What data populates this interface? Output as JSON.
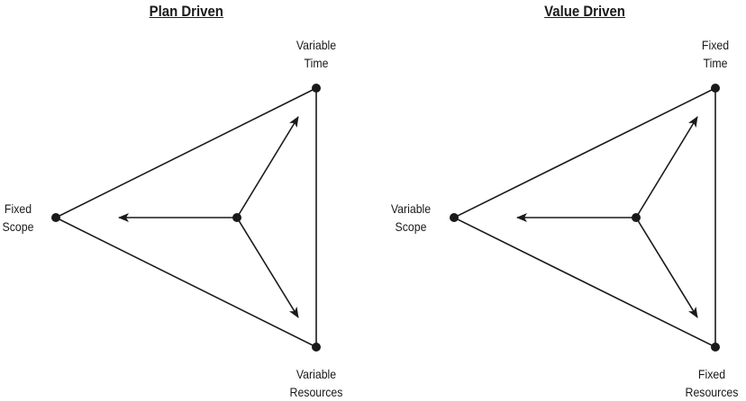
{
  "colors": {
    "ink": "#1a1a1a",
    "background": "#ffffff"
  },
  "left_diagram": {
    "title": "Plan Driven",
    "top": {
      "line1": "Variable",
      "line2": "Time"
    },
    "left": {
      "line1": "Fixed",
      "line2": "Scope"
    },
    "bottom": {
      "line1": "Variable",
      "line2": "Resources"
    }
  },
  "right_diagram": {
    "title": "Value Driven",
    "top": {
      "line1": "Fixed",
      "line2": "Time"
    },
    "left": {
      "line1": "Variable",
      "line2": "Scope"
    },
    "bottom": {
      "line1": "Fixed",
      "line2": "Resources"
    }
  }
}
